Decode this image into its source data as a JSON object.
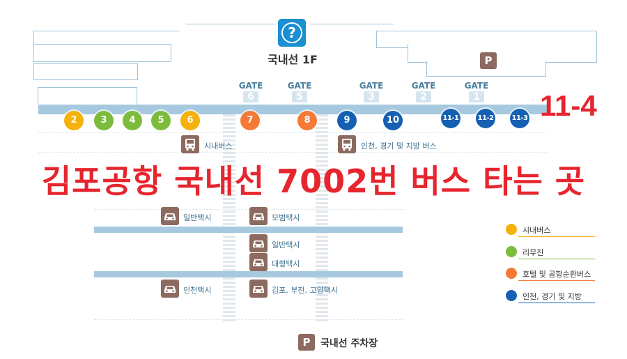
{
  "floor_title": "국내선 1F",
  "headline": "김포공항 국내선 7002번 버스 타는 곳",
  "highlight_stop": "11-4",
  "parking_badge": "P",
  "gates": [
    {
      "label": "GATE",
      "num": "6"
    },
    {
      "label": "GATE",
      "num": "5"
    },
    {
      "label": "GATE",
      "num": "3"
    },
    {
      "label": "GATE",
      "num": "2"
    },
    {
      "label": "GATE",
      "num": "1"
    }
  ],
  "stops": [
    {
      "num": "2",
      "color": "#f5b10c"
    },
    {
      "num": "3",
      "color": "#7cbc3c"
    },
    {
      "num": "4",
      "color": "#7cbc3c"
    },
    {
      "num": "5",
      "color": "#7cbc3c"
    },
    {
      "num": "6",
      "color": "#f5b10c"
    },
    {
      "num": "7",
      "color": "#f47a36"
    },
    {
      "num": "8",
      "color": "#f47a36"
    },
    {
      "num": "9",
      "color": "#1560b3"
    },
    {
      "num": "10",
      "color": "#1560b3"
    },
    {
      "num": "11-1",
      "color": "#1560b3"
    },
    {
      "num": "11-2",
      "color": "#1560b3"
    },
    {
      "num": "11-3",
      "color": "#1560b3"
    }
  ],
  "bus_labels": {
    "city_bus": "시내버스",
    "incheon_bus": "인천, 경기 및 지방 버스"
  },
  "taxi_labels": {
    "general_taxi_left": "일반택시",
    "model_taxi": "모범택시",
    "general_taxi_center": "일반택시",
    "large_taxi": "대형택시",
    "incheon_taxi": "인천택시",
    "gimpo_taxi": "김포, 부천, 고양택시"
  },
  "legend": [
    {
      "label": "시내버스",
      "color": "#f5b10c"
    },
    {
      "label": "리무진",
      "color": "#7cbc3c"
    },
    {
      "label": "호텔 및 공항순환버스",
      "color": "#f47a36"
    },
    {
      "label": "인천, 경기 및 지방",
      "color": "#1560b3"
    }
  ],
  "parking_label": "국내선 주차장"
}
